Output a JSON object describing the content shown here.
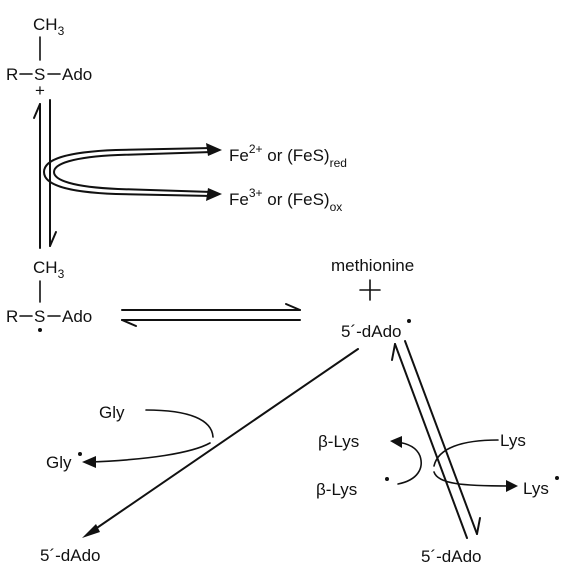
{
  "top_molecule": {
    "ch3": "CH",
    "ch3_sub": "3",
    "r": "R",
    "s": "S",
    "charge": "+",
    "ado": "Ado"
  },
  "redox": {
    "reduced_prefix": "Fe",
    "reduced_sup": "2+",
    "reduced_or": " or (FeS)",
    "reduced_sub": "red",
    "oxidized_prefix": "Fe",
    "oxidized_sup": "3+",
    "oxidized_or": " or (FeS)",
    "oxidized_sub": "ox"
  },
  "radical_molecule": {
    "ch3": "CH",
    "ch3_sub": "3",
    "r": "R",
    "s": "S",
    "ado": "Ado"
  },
  "products": {
    "methionine": "methionine",
    "plus": "+",
    "dado_radical": "5´-dAdo"
  },
  "glycine_branch": {
    "gly": "Gly",
    "gly_radical": "Gly",
    "product": "5´-dAdo"
  },
  "lysine_branch": {
    "beta_lys_top": "β-Lys",
    "beta_lys_radical": "β-Lys",
    "lys": "Lys",
    "lys_radical": "Lys",
    "product": "5´-dAdo"
  }
}
